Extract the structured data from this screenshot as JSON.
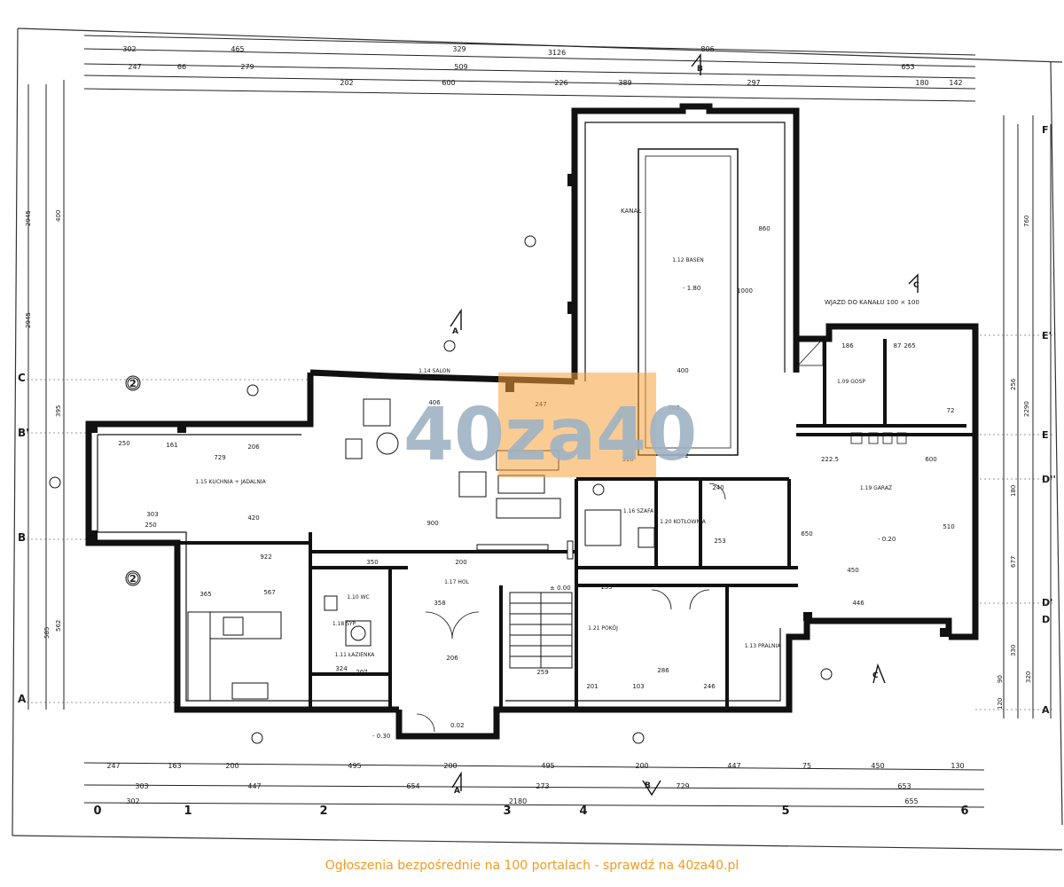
{
  "colors": {
    "ink": "#1a1a1a",
    "watermark_grey": "#9fb3c4",
    "watermark_orange": "#f5a23a",
    "footer_text": "#f39a1f"
  },
  "watermark": {
    "logo_text": "40za40"
  },
  "footer": {
    "text": "Ogłoszenia bezpośrednie na 100 portalach - sprawdź na 40za40.pl"
  },
  "grid_axes": {
    "bottom": [
      "0",
      "1",
      "2",
      "3",
      "4",
      "5",
      "6"
    ],
    "left": [
      "C",
      "B'",
      "B",
      "A"
    ],
    "right": [
      "F",
      "E'",
      "E",
      "D''",
      "D'",
      "D",
      "A"
    ]
  },
  "dimensions": {
    "top_row1": [
      "3126"
    ],
    "top_row2": [
      "302",
      "465",
      "329",
      "806"
    ],
    "top_row3": [
      "247",
      "66",
      "279",
      "509",
      "653"
    ],
    "top_row4": [
      "202",
      "600",
      "226",
      "389",
      "297",
      "180",
      "142"
    ],
    "bottom_row1": [
      "247",
      "163",
      "200",
      "495",
      "200",
      "495",
      "200",
      "447",
      "75",
      "450",
      "130"
    ],
    "bottom_row2": [
      "303",
      "447",
      "654",
      "273",
      "729",
      "653"
    ],
    "bottom_row3": [
      "302",
      "2180",
      "655"
    ],
    "left_outer": [
      "2945",
      "2945"
    ],
    "left_inner": [
      "400",
      "395",
      "585",
      "562"
    ],
    "right_outer": [
      "760",
      "2290"
    ],
    "right_inner": [
      "256",
      "180",
      "677",
      "330",
      "320",
      "90",
      "120"
    ],
    "interior": [
      "250",
      "161",
      "729",
      "206",
      "303",
      "420",
      "250",
      "922",
      "567",
      "365",
      "406",
      "247",
      "900",
      "350",
      "200",
      "358",
      "206",
      "700",
      "400",
      "1000",
      "860",
      "318",
      "102",
      "240",
      "253",
      "155",
      "222.5",
      "600",
      "450",
      "446",
      "650",
      "510",
      "286",
      "201",
      "103",
      "246",
      "259",
      "207",
      "324",
      "186",
      "265",
      "72",
      "87"
    ]
  },
  "room_labels": [
    "1.12 BASEN",
    "1.14 SALON",
    "1.15 KUCHNIA + JADALNIA",
    "1.17 HOL",
    "1.18 SYP",
    "1.19 GARAŻ",
    "1.20 KOTŁOWNIA",
    "1.21 POKÓJ",
    "1.11 ŁAZIENKA",
    "1.13 PRALNIA",
    "1.16 SZAFA",
    "1.10 WC",
    "1.09 GOSP"
  ],
  "annotations": [
    "WJAZD DO KANAŁU 100 × 100",
    "KANAŁ",
    "± 0.00",
    "- 0.30",
    "- 0.20",
    "- 1.80",
    "0.02"
  ],
  "section_marks": [
    "A",
    "A",
    "C",
    "C",
    "B",
    "B"
  ]
}
